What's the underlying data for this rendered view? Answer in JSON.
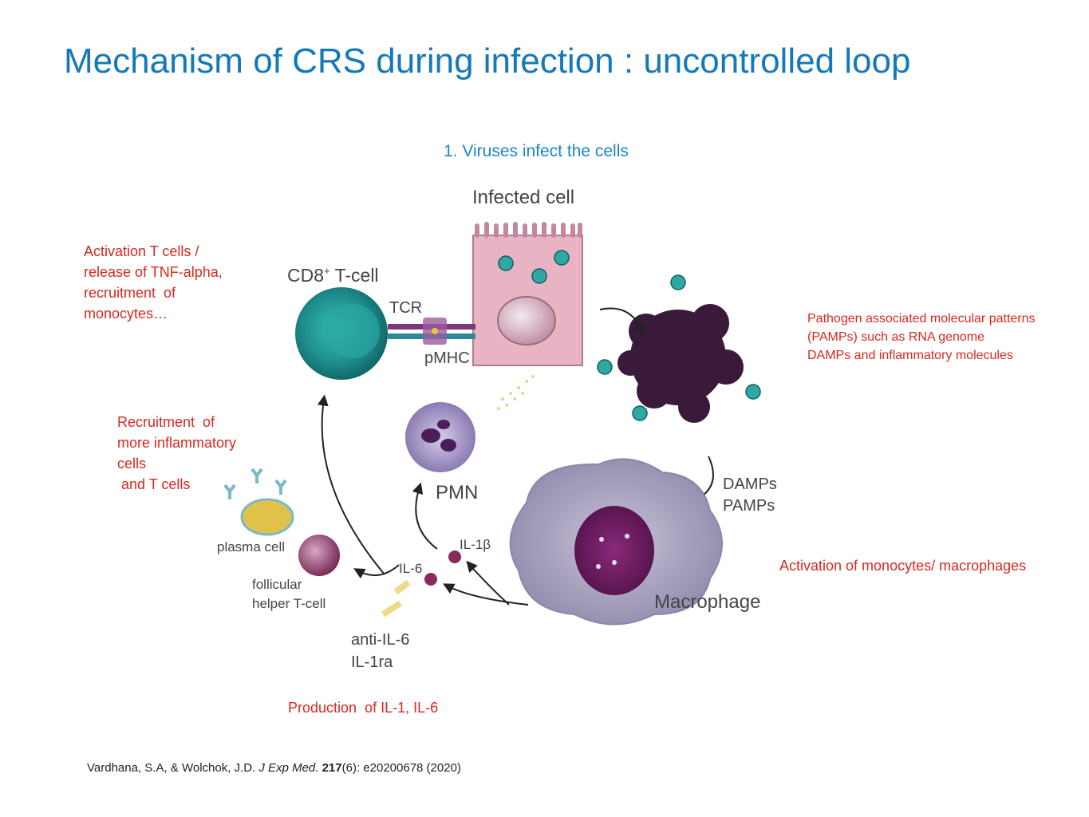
{
  "slide": {
    "title": "Mechanism of CRS during infection : uncontrolled loop",
    "step1": "1. Viruses infect the cells"
  },
  "annotations": {
    "tcells": [
      "Activation T cells /",
      "release of TNF-alpha,",
      "recruitment  of",
      "monocytes…"
    ],
    "recruitment": [
      "Recruitment  of",
      "more inflammatory",
      "cells",
      " and T cells"
    ],
    "pamps": [
      "Pathogen associated molecular patterns",
      "(PAMPs) such as RNA genome",
      "DAMPs and inflammatory molecules"
    ],
    "macrophages": "Activation of monocytes/ macrophages",
    "production": "Production  of IL-1, IL-6"
  },
  "diagram_labels": {
    "infected_cell": "Infected cell",
    "cd8": "CD8",
    "cd8_sup": "+",
    "tcell": " T-cell",
    "tcr": "TCR",
    "pmhc": "pMHC",
    "pmn": "PMN",
    "damps": "DAMPs",
    "pamps": "PAMPs",
    "macrophage": "Macrophage",
    "il1b": "IL-1β",
    "il6": "IL-6",
    "plasma_cell": "plasma cell",
    "follicular": "follicular",
    "helper_tcell": "helper T-cell",
    "anti_il6": "anti-IL-6",
    "il1ra": "IL-1ra"
  },
  "citation": {
    "authors": "Vardhana, S.A, & Wolchok, J.D. ",
    "journal": "J Exp Med.",
    "volume": "217",
    "rest": "(6): e20200678 (2020)"
  },
  "colors": {
    "title": "#1479b8",
    "step": "#1a86c8",
    "annotation": "#d8281e",
    "tcell": "#2a9a98",
    "infected_cell": "#e8b4c4",
    "debris": "#3a1a3a",
    "macrophage": "#a6a0b8",
    "nucleus": "#6a1a5a"
  }
}
